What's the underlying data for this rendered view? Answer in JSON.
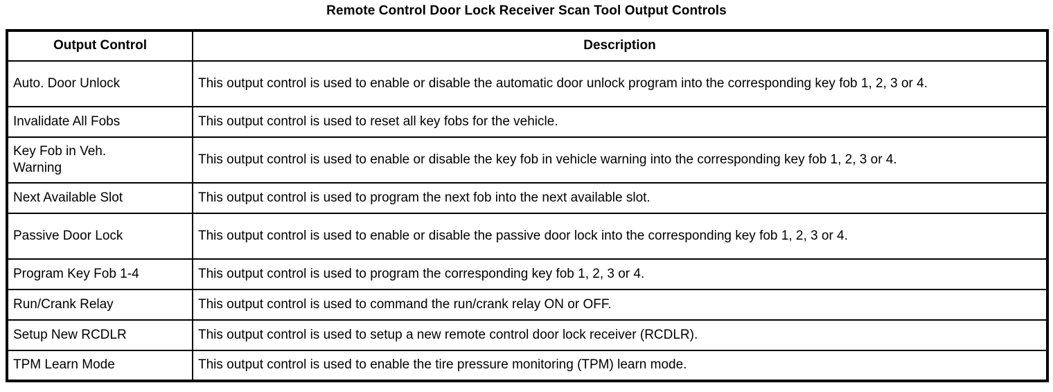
{
  "document": {
    "title": "Remote Control Door Lock Receiver Scan Tool Output Controls"
  },
  "table": {
    "columns": [
      {
        "key": "output_control",
        "label": "Output Control"
      },
      {
        "key": "description",
        "label": "Description"
      }
    ],
    "rows": [
      {
        "output_control": "Auto. Door Unlock",
        "description": "This output control is used to enable or disable the automatic door unlock program into the corresponding key fob 1, 2, 3 or 4.",
        "height": "tall"
      },
      {
        "output_control": "Invalidate All Fobs",
        "description": "This output control is used to reset all key fobs for the vehicle.",
        "height": "short"
      },
      {
        "output_control": "Key Fob in Veh.\nWarning",
        "description": "This output control is used to enable or disable the key fob in vehicle warning into the corresponding key fob 1, 2, 3 or 4.",
        "height": "tall"
      },
      {
        "output_control": "Next Available Slot",
        "description": "This output control is used to program the next fob into the next available slot.",
        "height": "short"
      },
      {
        "output_control": "Passive Door Lock",
        "description": "This output control is used to enable or disable the passive door lock into the corresponding key fob 1, 2, 3 or 4.",
        "height": "tall"
      },
      {
        "output_control": "Program Key Fob 1-4",
        "description": "This output control is used to program the corresponding key fob 1, 2, 3 or 4.",
        "height": "short"
      },
      {
        "output_control": "Run/Crank Relay",
        "description": "This output control is used to command the run/crank relay ON or OFF.",
        "height": "short"
      },
      {
        "output_control": "Setup New RCDLR",
        "description": "This output control is used to setup a new remote control door lock receiver (RCDLR).",
        "height": "short"
      },
      {
        "output_control": "TPM Learn Mode",
        "description": "This output control is used to enable the tire pressure monitoring (TPM) learn mode.",
        "height": "short"
      }
    ]
  },
  "colors": {
    "text": "#000000",
    "background": "#ffffff",
    "border": "#000000"
  }
}
